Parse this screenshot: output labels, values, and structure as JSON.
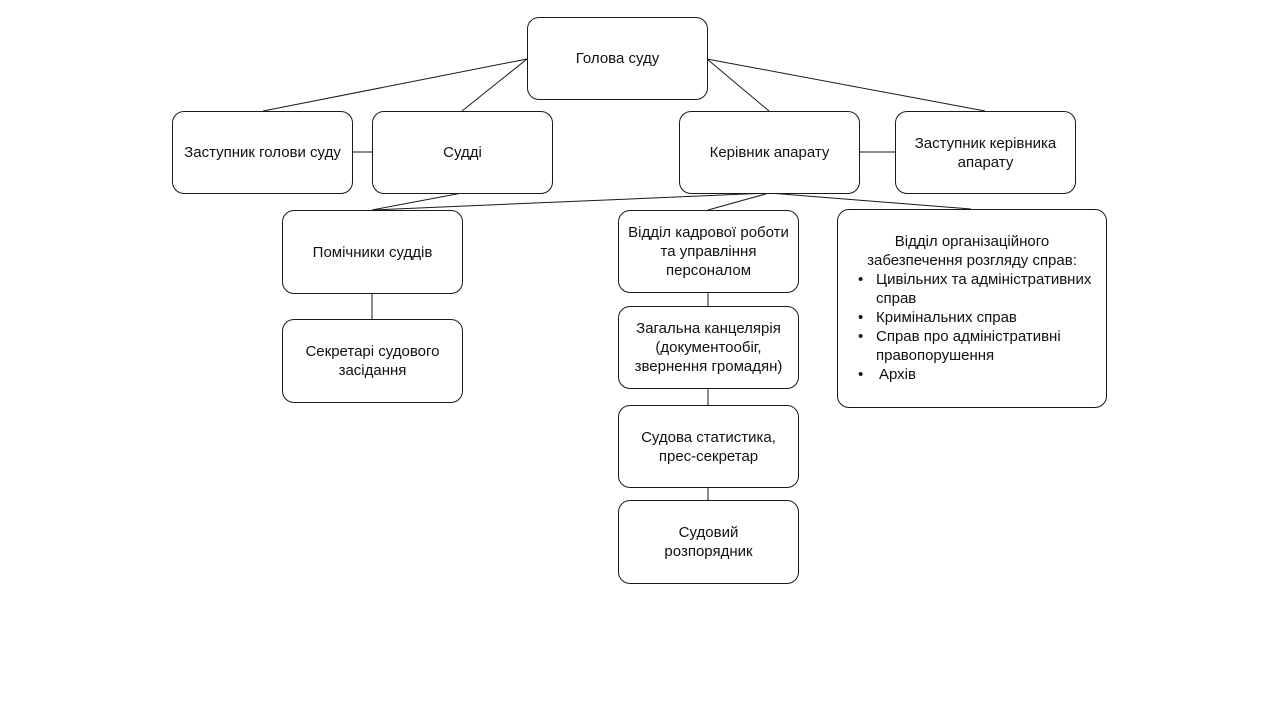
{
  "diagram": {
    "head": "Голова суду",
    "deputy_head": "Заступник голови суду",
    "judges": "Судді",
    "chief_of_staff": "Керівник апарату",
    "deputy_chief_of_staff": "Заступник керівника апарату",
    "judge_assistants": "Помічники суддів",
    "court_secretaries": "Секретарі судового засідання",
    "hr_department": "Відділ кадрової роботи та управління персоналом",
    "general_office": "Загальна канцелярія (документообіг, звернення громадян)",
    "statistics_press": "Судова статистика, прес-секретар",
    "court_administrator": "Судовий розпорядник",
    "case_support_department": {
      "title": "Відділ організаційного забезпечення розгляду справ:",
      "items": [
        "Цивільних та адміністративних справ",
        "Кримінальних справ",
        "Справ про адміністративні правопорушення",
        "Архів"
      ]
    }
  }
}
